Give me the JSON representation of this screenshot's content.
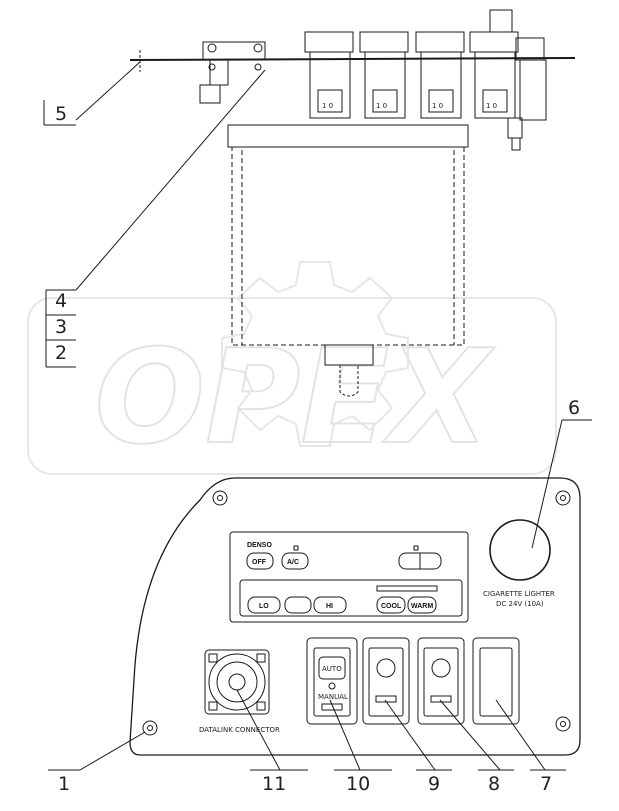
{
  "callouts": {
    "c1": "1",
    "c2": "2",
    "c3": "3",
    "c4": "4",
    "c5": "5",
    "c6": "6",
    "c7": "7",
    "c8": "8",
    "c9": "9",
    "c10": "10",
    "c11": "11"
  },
  "switch_codes": {
    "s1": "1 0",
    "s2": "1 0",
    "s3": "1 0",
    "s4": "1 0"
  },
  "ac_panel": {
    "brand": "DENSO",
    "off": "OFF",
    "ac": "A/C",
    "lo": "LO",
    "hi": "HI",
    "cool": "COOL",
    "warm": "WARM"
  },
  "lighter_label": {
    "line1": "CIGARETTE LIGHTER",
    "line2": "DC 24V (10A)"
  },
  "connector_label": "DATALINK CONNECTOR",
  "auto_switch": {
    "auto": "AUTO",
    "manual": "MANUAL"
  },
  "watermark": "OPEX"
}
